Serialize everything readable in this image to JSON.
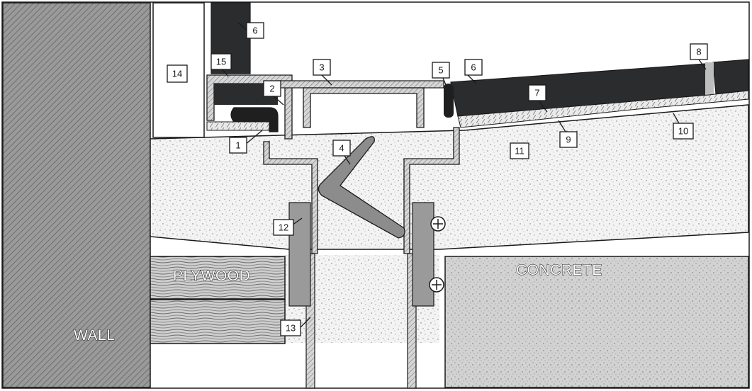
{
  "labels": {
    "wall": "WALL",
    "plywood": "PLYWOOD",
    "concrete": "CONCRETE"
  },
  "callouts": [
    {
      "id": "1",
      "text": "1"
    },
    {
      "id": "2",
      "text": "2"
    },
    {
      "id": "3",
      "text": "3"
    },
    {
      "id": "4",
      "text": "4"
    },
    {
      "id": "5",
      "text": "5"
    },
    {
      "id": "6a",
      "text": "6"
    },
    {
      "id": "6b",
      "text": "6"
    },
    {
      "id": "7",
      "text": "7"
    },
    {
      "id": "8",
      "text": "8"
    },
    {
      "id": "9",
      "text": "9"
    },
    {
      "id": "10",
      "text": "10"
    },
    {
      "id": "11",
      "text": "11"
    },
    {
      "id": "12",
      "text": "12"
    },
    {
      "id": "13",
      "text": "13"
    },
    {
      "id": "14",
      "text": "14"
    },
    {
      "id": "15",
      "text": "15"
    }
  ],
  "colors": {
    "membrane": "#2b2c2e",
    "metal": "#bdbdbd",
    "plywood": "#c9c9c9",
    "concrete": "#cfcfcf",
    "mortar": "#f1f1f1",
    "wall": "#8c8c8c"
  },
  "symbols": {
    "plus_a": "plus-circle-icon",
    "plus_b": "plus-circle-icon"
  }
}
